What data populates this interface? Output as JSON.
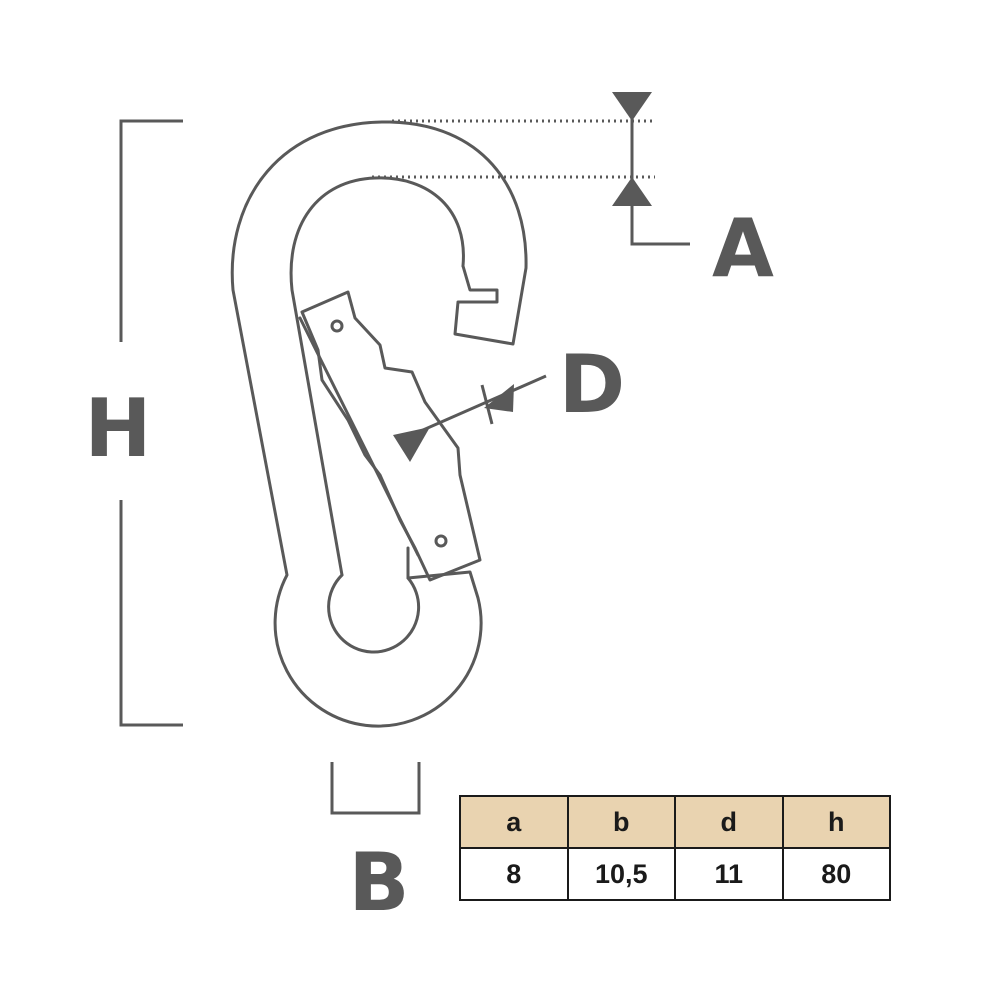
{
  "colors": {
    "line": "#595959",
    "table_header_bg": "#e9d3b0",
    "table_border": "#1a1a1a"
  },
  "dimensions": {
    "height_label": "H",
    "width_label": "B",
    "thickness_label": "A",
    "gate_label": "D"
  },
  "spec_table": {
    "headers": [
      "a",
      "b",
      "d",
      "h"
    ],
    "rows": [
      [
        "8",
        "10,5",
        "11",
        "80"
      ]
    ]
  }
}
